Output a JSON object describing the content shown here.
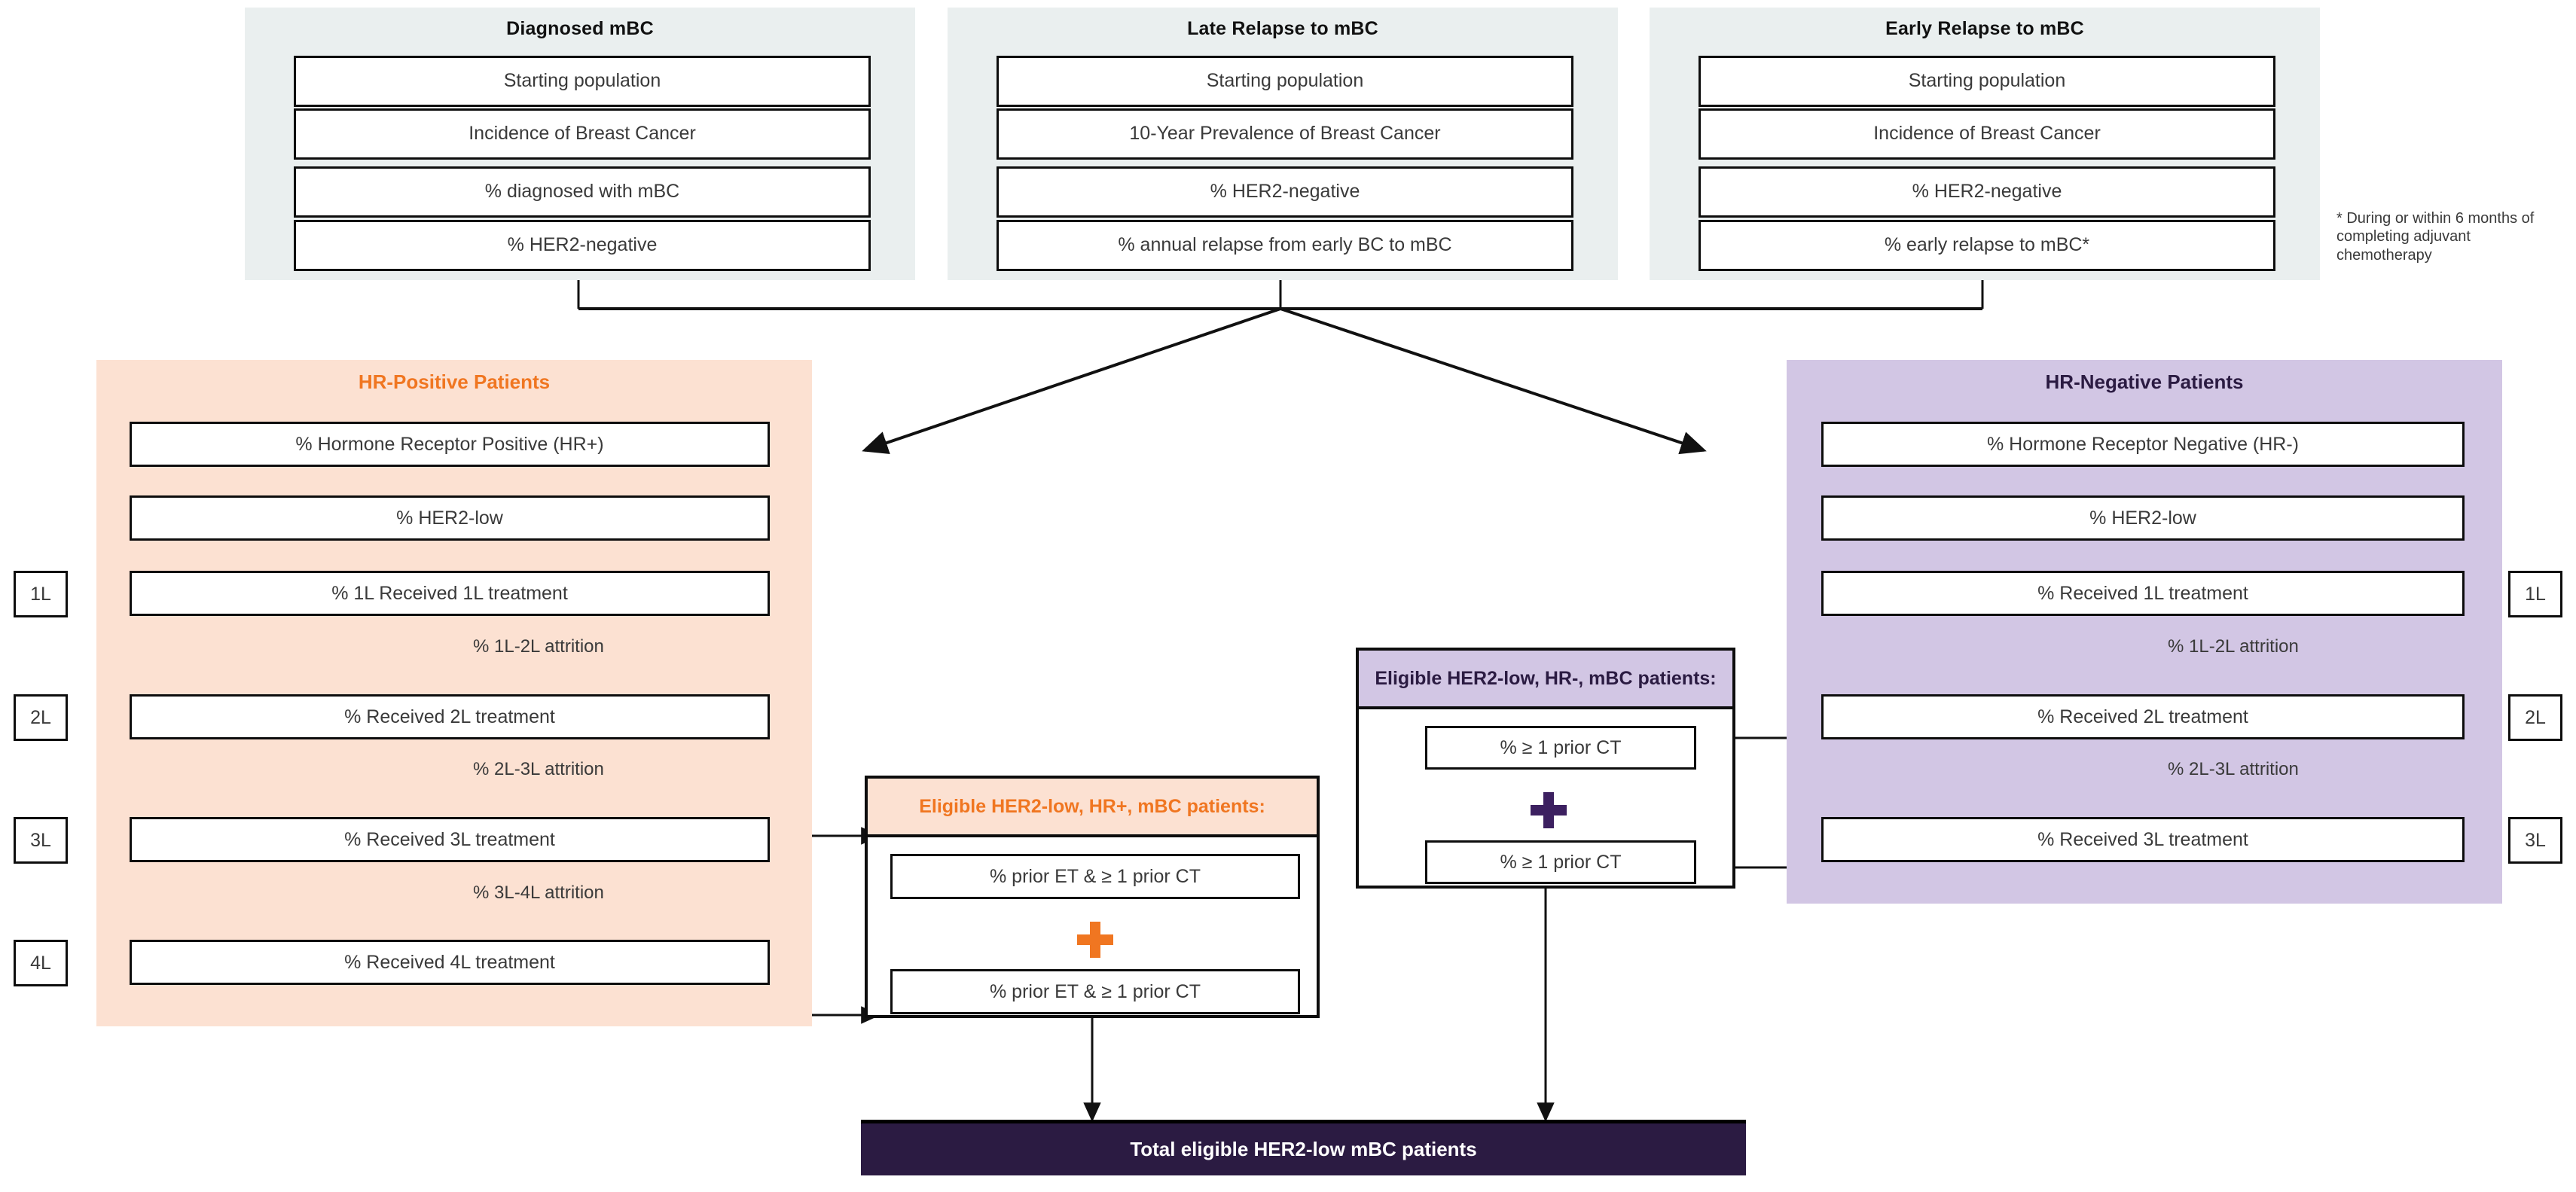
{
  "colors": {
    "source_panel_bg": "#EAEFEF",
    "hr_positive_bg": "#FCE1D2",
    "hr_negative_bg": "#D2C6E4",
    "hr_positive_accent": "#F07621",
    "hr_negative_accent": "#2B1B42",
    "total_bar_bg": "#2B1B42",
    "box_border": "#0D0D0D",
    "box_text": "#3A3A3A"
  },
  "source_panels": [
    {
      "title": "Diagnosed mBC",
      "steps": [
        "Starting population",
        "Incidence of Breast Cancer",
        "% diagnosed with mBC",
        "% HER2-negative"
      ]
    },
    {
      "title": "Late Relapse to mBC",
      "steps": [
        "Starting population",
        "10-Year Prevalence of Breast Cancer",
        "% HER2-negative",
        "% annual relapse from early BC to mBC"
      ]
    },
    {
      "title": "Early Relapse to mBC",
      "steps": [
        "Starting population",
        "Incidence of Breast Cancer",
        "% HER2-negative",
        "% early relapse to mBC*"
      ]
    }
  ],
  "footnote": "* During or within 6 months of completing adjuvant chemotherapy",
  "hr_positive": {
    "title": "HR-Positive Patients",
    "steps": [
      "% Hormone Receptor Positive (HR+)",
      "% HER2-low",
      "% 1L Received 1L treatment",
      "% Received 2L treatment",
      "% Received 3L treatment",
      "% Received 4L treatment"
    ],
    "attrition_labels": [
      "% 1L-2L attrition",
      "% 2L-3L attrition",
      "% 3L-4L attrition"
    ],
    "line_tags": [
      "1L",
      "2L",
      "3L",
      "4L"
    ]
  },
  "hr_negative": {
    "title": "HR-Negative Patients",
    "steps": [
      "% Hormone Receptor Negative (HR-)",
      "% HER2-low",
      "% Received 1L treatment",
      "% Received 2L treatment",
      "% Received 3L treatment"
    ],
    "attrition_labels": [
      "% 1L-2L attrition",
      "% 2L-3L attrition"
    ],
    "line_tags": [
      "1L",
      "2L",
      "3L"
    ]
  },
  "eligible_positive": {
    "title": "Eligible HER2-low, HR+, mBC patients:",
    "criteria": [
      "% prior ET & ≥ 1 prior CT",
      "% prior ET & ≥ 1 prior CT"
    ],
    "operator": "plus"
  },
  "eligible_negative": {
    "title": "Eligible HER2-low, HR-, mBC patients:",
    "criteria": [
      "% ≥ 1 prior CT",
      "% ≥ 1 prior CT"
    ],
    "operator": "plus"
  },
  "total": {
    "label": "Total eligible HER2-low mBC patients"
  }
}
